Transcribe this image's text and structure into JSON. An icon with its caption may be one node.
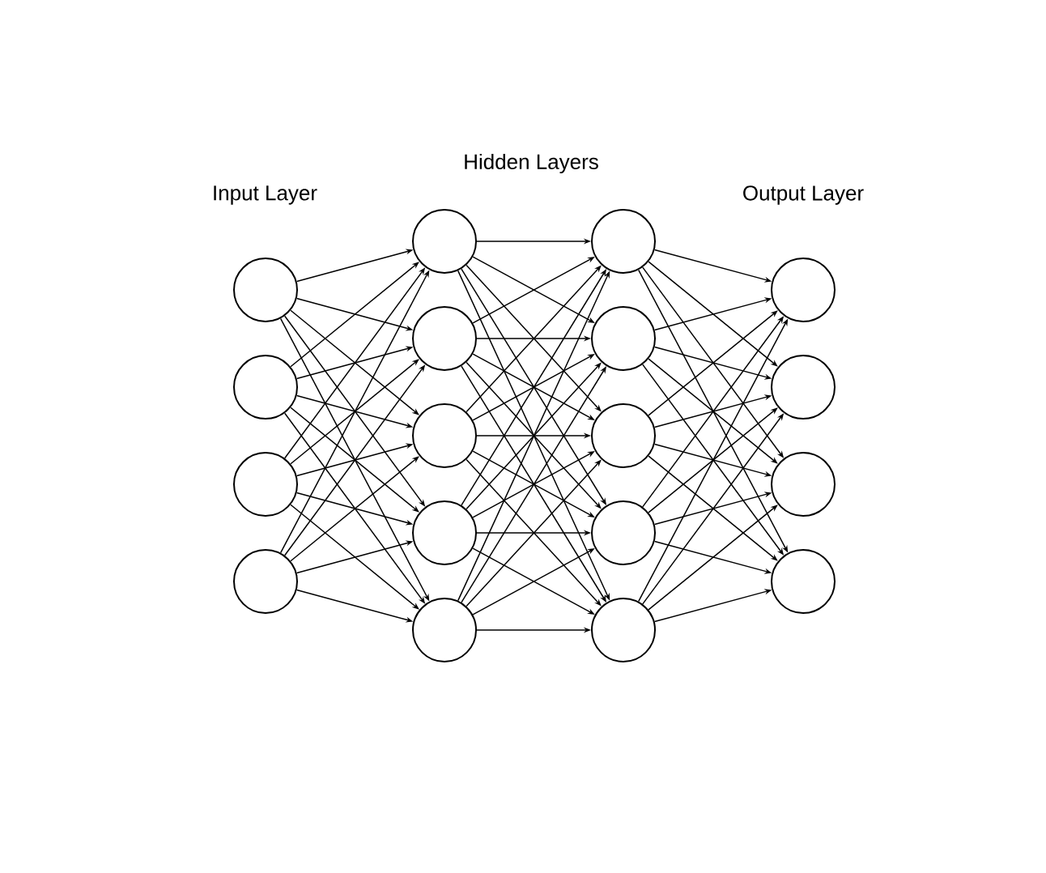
{
  "diagram": {
    "nodes": [
      {
        "text": [],
        "shape": "circle"
      },
      {
        "text": [],
        "shape": "circle"
      },
      {
        "text": [],
        "shape": "circle"
      },
      {
        "text": [],
        "shape": "circle"
      },
      {
        "text": [],
        "shape": "circle"
      },
      {
        "text": [],
        "shape": "circle"
      },
      {
        "text": [],
        "shape": "circle"
      },
      {
        "text": [],
        "shape": "circle"
      },
      {
        "text": [],
        "shape": "circle"
      },
      {
        "text": [],
        "shape": "circle"
      },
      {
        "text": [],
        "shape": "circle"
      },
      {
        "text": [],
        "shape": "circle"
      },
      {
        "text": [],
        "shape": "circle"
      },
      {
        "text": [],
        "shape": "circle"
      },
      {
        "text": [],
        "shape": "circle"
      },
      {
        "text": [],
        "shape": "circle"
      },
      {
        "text": [],
        "shape": "circle"
      },
      {
        "text": [],
        "shape": "circle"
      }
    ],
    "edges": [
      {
        "from": 0,
        "to": 4,
        "arrow": "to"
      },
      {
        "from": 0,
        "to": 5,
        "arrow": "to"
      },
      {
        "from": 0,
        "to": 6,
        "arrow": "to"
      },
      {
        "from": 0,
        "to": 7,
        "arrow": "to"
      },
      {
        "from": 0,
        "to": 8,
        "arrow": "to"
      },
      {
        "from": 1,
        "to": 4,
        "arrow": "to"
      },
      {
        "from": 1,
        "to": 5,
        "arrow": "to"
      },
      {
        "from": 1,
        "to": 6,
        "arrow": "to"
      },
      {
        "from": 1,
        "to": 7,
        "arrow": "to"
      },
      {
        "from": 1,
        "to": 8,
        "arrow": "to"
      },
      {
        "from": 2,
        "to": 4,
        "arrow": "to"
      },
      {
        "from": 2,
        "to": 5,
        "arrow": "to"
      },
      {
        "from": 2,
        "to": 6,
        "arrow": "to"
      },
      {
        "from": 2,
        "to": 7,
        "arrow": "to"
      },
      {
        "from": 2,
        "to": 8,
        "arrow": "to"
      },
      {
        "from": 3,
        "to": 4,
        "arrow": "to"
      },
      {
        "from": 3,
        "to": 5,
        "arrow": "to"
      },
      {
        "from": 3,
        "to": 6,
        "arrow": "to"
      },
      {
        "from": 3,
        "to": 7,
        "arrow": "to"
      },
      {
        "from": 3,
        "to": 8,
        "arrow": "to"
      },
      {
        "from": 4,
        "to": 9,
        "arrow": "to"
      },
      {
        "from": 4,
        "to": 10,
        "arrow": "to"
      },
      {
        "from": 4,
        "to": 11,
        "arrow": "to"
      },
      {
        "from": 4,
        "to": 12,
        "arrow": "to"
      },
      {
        "from": 4,
        "to": 13,
        "arrow": "to"
      },
      {
        "from": 5,
        "to": 9,
        "arrow": "to"
      },
      {
        "from": 5,
        "to": 10,
        "arrow": "to"
      },
      {
        "from": 5,
        "to": 11,
        "arrow": "to"
      },
      {
        "from": 5,
        "to": 12,
        "arrow": "to"
      },
      {
        "from": 5,
        "to": 13,
        "arrow": "to"
      },
      {
        "from": 6,
        "to": 9,
        "arrow": "to"
      },
      {
        "from": 6,
        "to": 10,
        "arrow": "to"
      },
      {
        "from": 6,
        "to": 11,
        "arrow": "to"
      },
      {
        "from": 6,
        "to": 12,
        "arrow": "to"
      },
      {
        "from": 6,
        "to": 13,
        "arrow": "to"
      },
      {
        "from": 7,
        "to": 9,
        "arrow": "to"
      },
      {
        "from": 7,
        "to": 10,
        "arrow": "to"
      },
      {
        "from": 7,
        "to": 11,
        "arrow": "to"
      },
      {
        "from": 7,
        "to": 12,
        "arrow": "to"
      },
      {
        "from": 7,
        "to": 13,
        "arrow": "to"
      },
      {
        "from": 8,
        "to": 9,
        "arrow": "to"
      },
      {
        "from": 8,
        "to": 10,
        "arrow": "to"
      },
      {
        "from": 8,
        "to": 11,
        "arrow": "to"
      },
      {
        "from": 8,
        "to": 12,
        "arrow": "to"
      },
      {
        "from": 8,
        "to": 13,
        "arrow": "to"
      },
      {
        "from": 9,
        "to": 14,
        "arrow": "to"
      },
      {
        "from": 9,
        "to": 15,
        "arrow": "to"
      },
      {
        "from": 9,
        "to": 16,
        "arrow": "to"
      },
      {
        "from": 9,
        "to": 17,
        "arrow": "to"
      },
      {
        "from": 10,
        "to": 14,
        "arrow": "to"
      },
      {
        "from": 10,
        "to": 15,
        "arrow": "to"
      },
      {
        "from": 10,
        "to": 16,
        "arrow": "to"
      },
      {
        "from": 10,
        "to": 17,
        "arrow": "to"
      },
      {
        "from": 11,
        "to": 14,
        "arrow": "to"
      },
      {
        "from": 11,
        "to": 15,
        "arrow": "to"
      },
      {
        "from": 11,
        "to": 16,
        "arrow": "to"
      },
      {
        "from": 11,
        "to": 17,
        "arrow": "to"
      },
      {
        "from": 12,
        "to": 14,
        "arrow": "to"
      },
      {
        "from": 12,
        "to": 15,
        "arrow": "to"
      },
      {
        "from": 12,
        "to": 16,
        "arrow": "to"
      },
      {
        "from": 12,
        "to": 17,
        "arrow": "to"
      },
      {
        "from": 13,
        "to": 14,
        "arrow": "to"
      },
      {
        "from": 13,
        "to": 15,
        "arrow": "to"
      },
      {
        "from": 13,
        "to": 16,
        "arrow": "to"
      },
      {
        "from": 13,
        "to": 17,
        "arrow": "to"
      }
    ],
    "labels": [
      "Hidden Layers",
      "Input Layer",
      "Output Layer"
    ]
  }
}
